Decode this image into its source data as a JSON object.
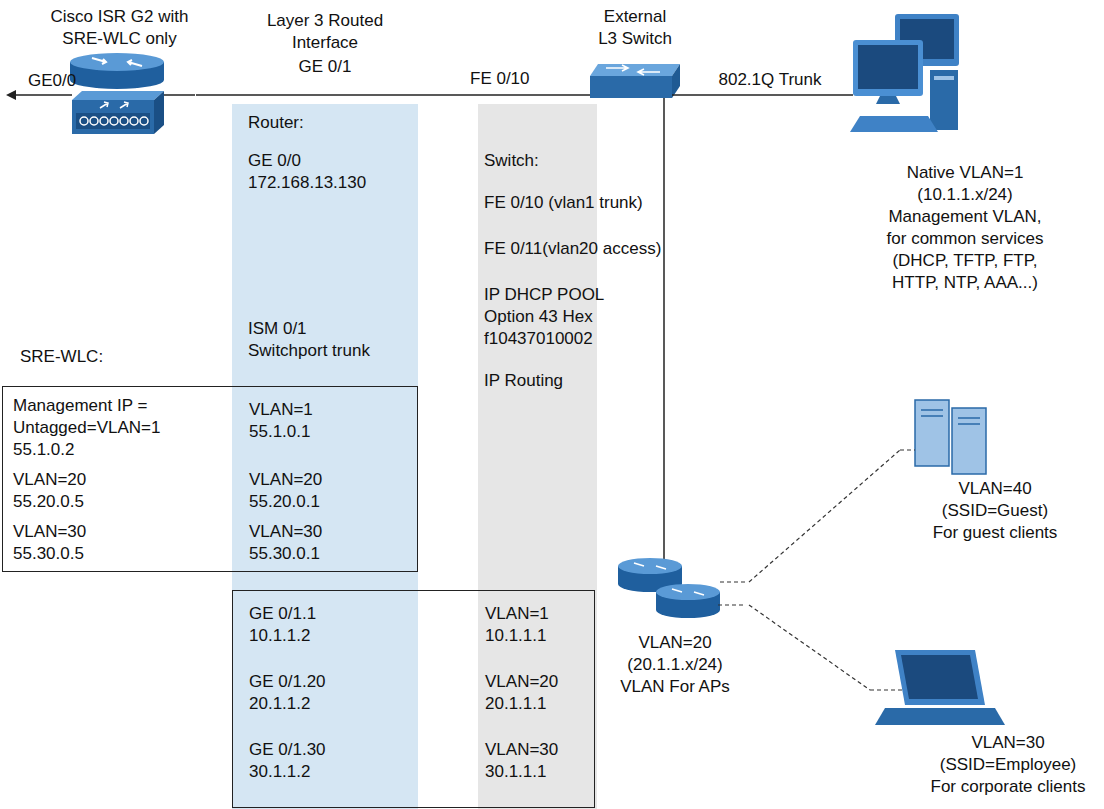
{
  "diagram": {
    "nodes": [
      {
        "text": [
          "Cisco ISR G2 with SRE-WLC only"
        ]
      },
      {
        "text": [
          "External L3 Switch"
        ]
      },
      {
        "text": [
          "Native VLAN=1 (10.1.1.x/24) Management VLAN, for common services (DHCP, TFTP, FTP, HTTP, NTP, AAA...)"
        ]
      },
      {
        "text": [
          "VLAN=20 (20.1.1.x/24) VLAN For APs"
        ]
      },
      {
        "text": [
          "VLAN=40 (SSID=Guest) For guest clients"
        ]
      },
      {
        "text": [
          "VLAN=30 (SSID=Employee) For corporate clients"
        ]
      },
      {
        "text": [
          "Management IP = Untagged=VLAN=1 55.1.0.2",
          "VLAN=20 55.20.0.5",
          "VLAN=30 55.30.0.5",
          "VLAN=1 55.1.0.1",
          "VLAN=20 55.20.0.1",
          "VLAN=30 55.30.0.1"
        ]
      },
      {
        "text": [
          "GE 0/1.1 10.1.1.2",
          "GE 0/1.20 20.1.1.2",
          "GE 0/1.30 30.1.1.2",
          "VLAN=1 10.1.1.1",
          "VLAN=20 20.1.1.1",
          "VLAN=30 30.1.1.1"
        ]
      }
    ],
    "edges": [
      {
        "from": 0,
        "to": 1,
        "arrow": "none"
      },
      {
        "from": 1,
        "to": 2,
        "label": "802.1Q Trunk",
        "arrow": "none"
      },
      {
        "from": 1,
        "to": 3,
        "arrow": "none"
      },
      {
        "from": 3,
        "to": 4,
        "arrow": "none"
      },
      {
        "from": 3,
        "to": 5,
        "arrow": "none"
      }
    ],
    "labels": [
      "GE0/0",
      "Layer 3 Routed Interface",
      "GE 0/1",
      "FE 0/10",
      "Router:",
      "GE 0/0 172.168.13.130",
      "ISM 0/1 Switchport trunk",
      "SRE-WLC:",
      "Switch:",
      "FE 0/10 (vlan1 trunk)",
      "FE 0/11(vlan20 access)",
      "IP DHCP POOL Option 43 Hex f10437010002",
      "IP Routing"
    ]
  }
}
